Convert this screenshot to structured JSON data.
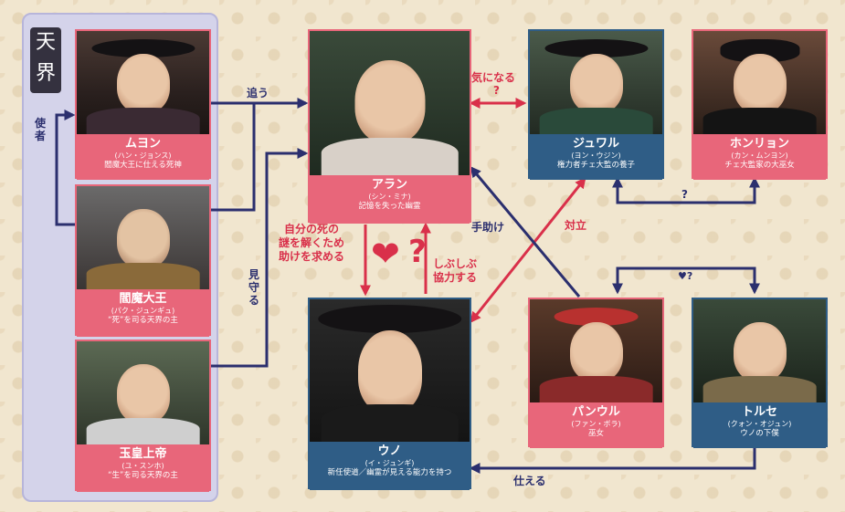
{
  "heaven": {
    "char1": "天",
    "char2": "界"
  },
  "colors": {
    "navy": "#2b2f6e",
    "red": "#d9304a",
    "pink_label": "#e8667a",
    "blue_label": "#2f5d86"
  },
  "characters": {
    "muyon": {
      "name": "ムヨン",
      "actor": "(ハン・ジョンス)",
      "desc": "閻魔大王に仕える死神"
    },
    "enma": {
      "name": "閻魔大王",
      "actor": "(パク・ジュンギュ)",
      "desc": "“死”を司る天界の主"
    },
    "gyokko": {
      "name": "玉皇上帝",
      "actor": "(ユ・スンホ)",
      "desc": "“生”を司る天界の主"
    },
    "aran": {
      "name": "アラン",
      "actor": "(シン・ミナ)",
      "desc": "記憶を失った幽霊"
    },
    "uno": {
      "name": "ウノ",
      "actor": "(イ・ジュンギ)",
      "desc": "新任使道／幽霊が見える能力を持つ"
    },
    "juwaru": {
      "name": "ジュワル",
      "actor": "(ヨン・ウジン)",
      "desc": "権力者チェ大監の養子"
    },
    "honryon": {
      "name": "ホンリョン",
      "actor": "(カン・ムンヨン)",
      "desc": "チェ大監家の大巫女"
    },
    "panuru": {
      "name": "パンウル",
      "actor": "(ファン・ボラ)",
      "desc": "巫女"
    },
    "toruse": {
      "name": "トルセ",
      "actor": "(クォン・オジュン)",
      "desc": "ウノの下僕"
    }
  },
  "relations": {
    "shisha": "使者",
    "ou": "追う",
    "mimamoru": "見守る",
    "kininaru": "気になる",
    "q1": "?",
    "q2": "?",
    "heart_q_small": "♥?",
    "tetasuke": "手助け",
    "tairitsu": "対立",
    "aran_to_uno": [
      "自分の死の",
      "謎を解くため",
      "助けを求める"
    ],
    "uno_to_aran": [
      "しぶしぶ",
      "協力する"
    ],
    "heart_big": "❤",
    "q_big": "?",
    "tsukaeru": "仕える"
  }
}
